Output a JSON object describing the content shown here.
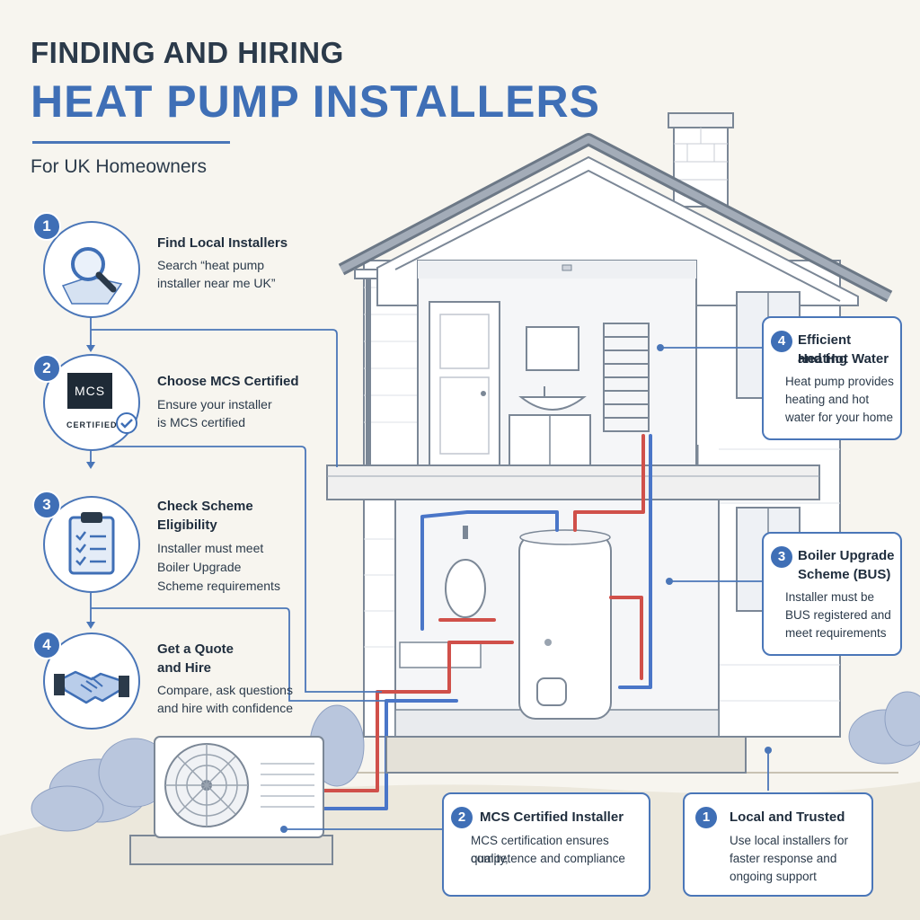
{
  "header": {
    "title_line1": "FINDING AND HIRING",
    "title_line2": "HEAT PUMP INSTALLERS",
    "subtitle": "For UK Homeowners"
  },
  "steps": [
    {
      "number": "1",
      "title": "Find Local Installers",
      "desc": [
        "Search “heat pump",
        "installer near me UK”"
      ],
      "icon": "map-search-icon"
    },
    {
      "number": "2",
      "title": "Choose MCS Certified",
      "desc": [
        "Ensure your installer",
        "is MCS certified"
      ],
      "icon": "mcs-certified-badge-icon",
      "badge_text": "MCS",
      "badge_sub": "CERTIFIED"
    },
    {
      "number": "3",
      "title_lines": [
        "Check Scheme",
        "Eligibility"
      ],
      "desc": [
        "Installer must meet",
        "Boiler Upgrade",
        "Scheme requirements"
      ],
      "icon": "clipboard-checklist-icon"
    },
    {
      "number": "4",
      "title_lines": [
        "Get a Quote",
        "and Hire"
      ],
      "desc": [
        "Compare, ask questions",
        "and hire with confidence"
      ],
      "icon": "handshake-icon"
    }
  ],
  "callouts": [
    {
      "number": "4",
      "title_lines": [
        "Efficient Heating",
        "and Hot Water"
      ],
      "desc": [
        "Heat pump provides",
        "heating and hot",
        "water for your home"
      ]
    },
    {
      "number": "3",
      "title_lines": [
        "Boiler Upgrade",
        "Scheme (BUS)"
      ],
      "desc": [
        "Installer must be",
        "BUS registered and",
        "meet requirements"
      ]
    },
    {
      "number": "2",
      "title": "MCS Certified Installer",
      "desc": [
        "MCS certification ensures quality,",
        "competence and compliance"
      ]
    },
    {
      "number": "1",
      "title": "Local and Trusted",
      "desc": [
        "Use local installers for",
        "faster response and",
        "ongoing support"
      ]
    }
  ],
  "colors": {
    "accent": "#3f6fb6",
    "heading": "#2b3a4a",
    "pipe_hot": "#d0504a",
    "pipe_cold": "#4a76c8",
    "background": "#f7f5ef"
  }
}
